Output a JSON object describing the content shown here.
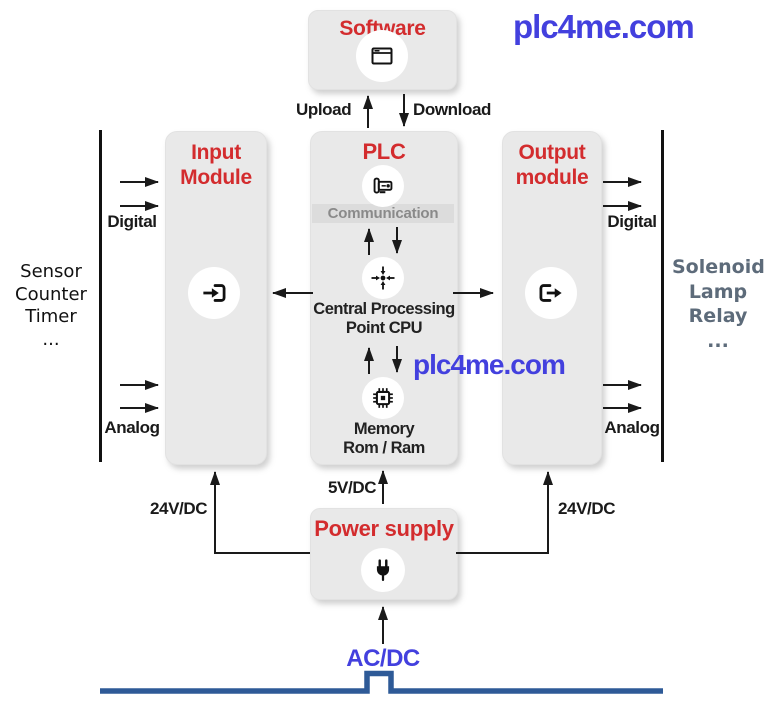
{
  "colors": {
    "box_bg": "#e9e9e9",
    "title_red": "#d32c2e",
    "brand_blue": "#4340de",
    "power_line_blue": "#2e5a97",
    "right_side_text": "#5d6b7a",
    "communication_gray": "#8a8a8a",
    "arrow_black": "#1a1a1a"
  },
  "watermarks": {
    "top": "plc4me.com",
    "middle": "plc4me.com"
  },
  "software": {
    "title": "Software",
    "icon": "application-window-icon"
  },
  "software_links": {
    "upload": "Upload",
    "download": "Download"
  },
  "input_module": {
    "title": "Input Module",
    "icon": "input-arrow-icon"
  },
  "plc": {
    "title": "PLC",
    "communication_icon": "serial-connector-icon",
    "communication_label": "Communication",
    "cpu_icon": "cpu-crosshair-icon",
    "cpu_line1": "Central Processing",
    "cpu_line2": "Point CPU",
    "memory_icon": "memory-chip-icon",
    "memory_line1": "Memory",
    "memory_line2": "Rom / Ram"
  },
  "output_module": {
    "title": "Output module",
    "icon": "output-arrow-icon"
  },
  "power_supply": {
    "title": "Power supply",
    "icon": "power-plug-icon"
  },
  "left_side": {
    "lines": [
      "Sensor",
      "Counter",
      "Timer",
      "..."
    ],
    "digital": "Digital",
    "analog": "Analog"
  },
  "right_side": {
    "lines": [
      "Solenoid",
      "Lamp",
      "Relay",
      "..."
    ],
    "digital": "Digital",
    "analog": "Analog"
  },
  "power_labels": {
    "v24_left": "24V/DC",
    "v24_right": "24V/DC",
    "v5": "5V/DC",
    "acdc": "AC/DC"
  }
}
